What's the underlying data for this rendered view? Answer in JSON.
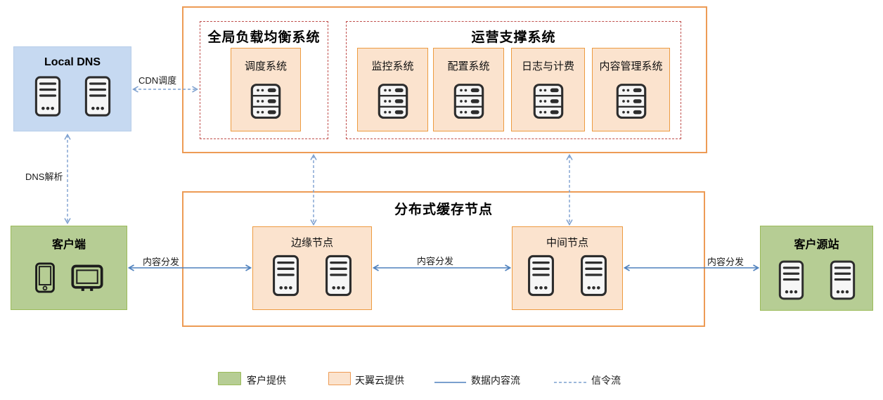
{
  "nodes": {
    "local_dns": {
      "title": "Local DNS"
    },
    "gslb": {
      "title": "全局负载均衡系统",
      "scheduling": {
        "label": "调度系统"
      }
    },
    "oss": {
      "title": "运营支撑系统",
      "systems": [
        {
          "label": "监控系统"
        },
        {
          "label": "配置系统"
        },
        {
          "label": "日志与计费"
        },
        {
          "label": "内容管理系统"
        }
      ]
    },
    "cache": {
      "title": "分布式缓存节点",
      "edge_node": {
        "label": "边缘节点"
      },
      "middle_node": {
        "label": "中间节点"
      }
    },
    "client": {
      "title": "客户端"
    },
    "origin": {
      "title": "客户源站"
    }
  },
  "edges": {
    "cdn_dispatch": {
      "label": "CDN调度",
      "style": "dashed-double-arrow"
    },
    "dns_resolution": {
      "label": "DNS解析",
      "style": "dashed-double-arrow"
    },
    "signal_gslb_edge": {
      "label": "",
      "style": "dashed-double-arrow"
    },
    "signal_oss_middle": {
      "label": "",
      "style": "dashed-double-arrow"
    },
    "content_client_edge": {
      "label": "内容分发",
      "style": "solid-double-arrow"
    },
    "content_edge_middle": {
      "label": "内容分发",
      "style": "solid-double-arrow"
    },
    "content_middle_origin": {
      "label": "内容分发",
      "style": "solid-double-arrow"
    }
  },
  "legend": {
    "customer_provided": "客户提供",
    "cloud_provided": "天翼云提供",
    "data_flow": "数据内容流",
    "signal_flow": "信令流"
  },
  "icons": {
    "tower": "server-icon",
    "rack": "rack-server-icon",
    "phone": "smartphone-icon",
    "monitor": "monitor-icon"
  },
  "colors": {
    "customer_fill": "#b6cd94",
    "customer_border": "#9bbb59",
    "cloud_fill": "#fbe3ce",
    "cloud_border": "#ed9b40",
    "container_border": "#ed9b55",
    "group_dashed_border": "#c0504d",
    "local_dns_fill": "#c6d9f1",
    "data_flow_line": "#4f81bd",
    "signal_flow_line": "#7da0cf",
    "icon_stroke": "#2d2d2d"
  }
}
